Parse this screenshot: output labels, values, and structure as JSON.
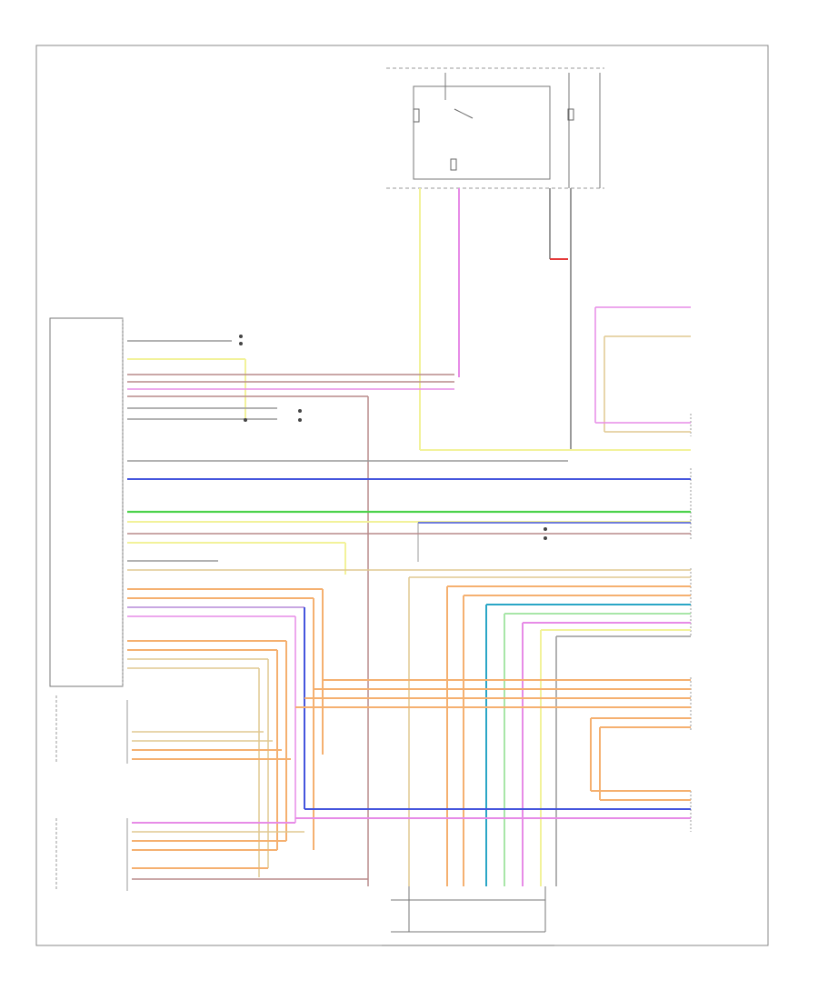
{
  "diagram": {
    "footer_code": "",
    "colors": {
      "yellow": "#f2f29a",
      "magenta": "#e78be7",
      "red": "#e53a3a",
      "brown": "#b88a8a",
      "blue": "#4455dd",
      "green": "#4cd24c",
      "orange": "#f5b070",
      "tan": "#e0c890",
      "cyan": "#2aa6c6",
      "light_green": "#a8e6a8",
      "gray": "#999999",
      "violet": "#b58ad8",
      "black": "#444444"
    },
    "components": [
      {
        "id": "fuse-box",
        "name": "fuse-relay-box",
        "label": ""
      },
      {
        "id": "tcm",
        "name": "transmission-control-module",
        "label": ""
      },
      {
        "id": "shift-sel",
        "name": "shift-selector",
        "label": ""
      },
      {
        "id": "pcm",
        "name": "powertrain-control-module",
        "label": ""
      },
      {
        "id": "right-conn",
        "name": "right-connector",
        "label": ""
      },
      {
        "id": "trans-sensor",
        "name": "transmission-range-sensor",
        "label": ""
      }
    ]
  }
}
